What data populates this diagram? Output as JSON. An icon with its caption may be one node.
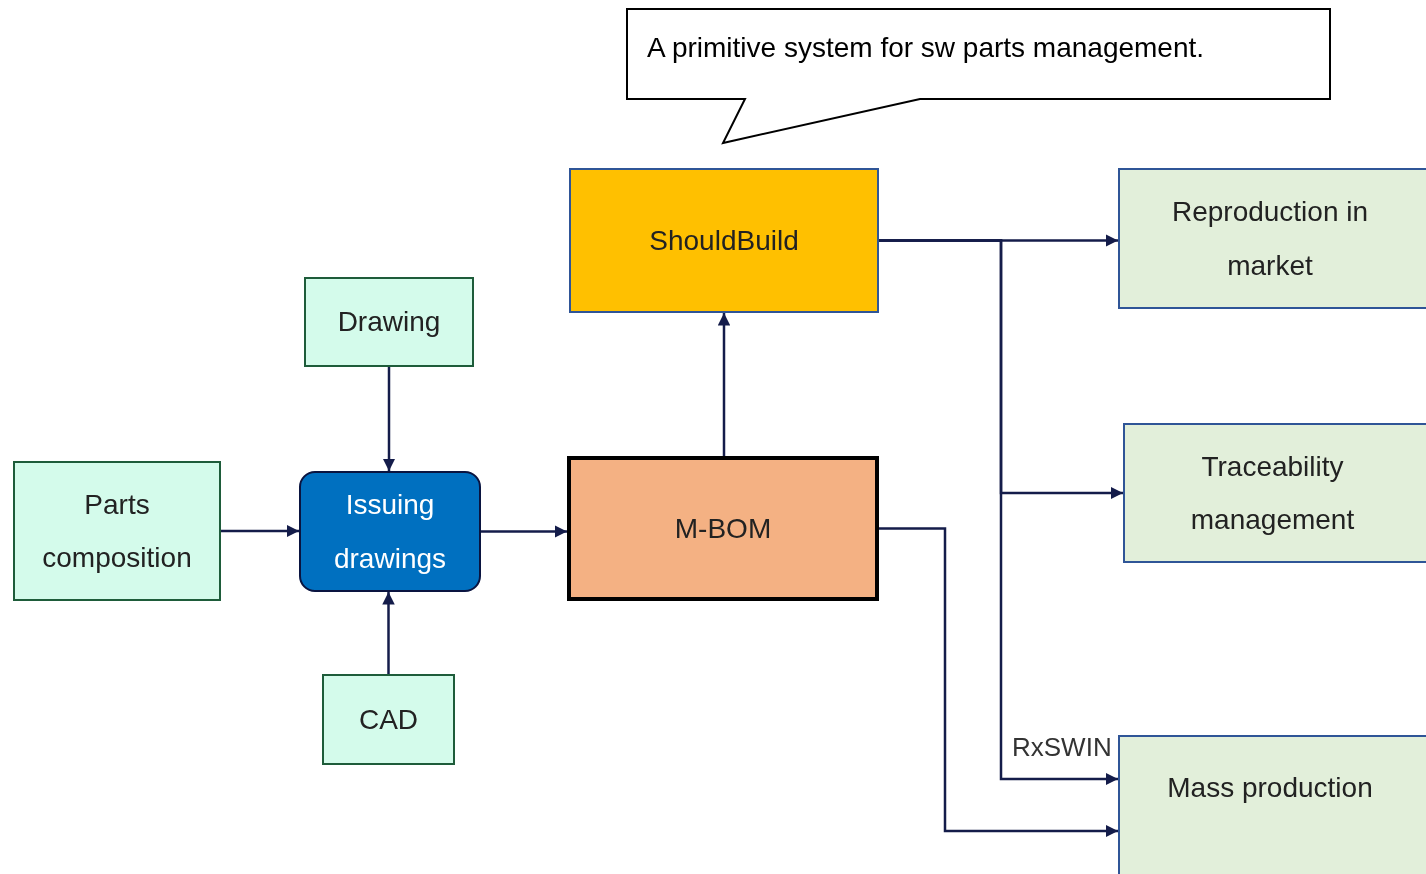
{
  "diagram": {
    "nodes": [
      {
        "text": [
          "A primitive system for sw parts management."
        ]
      },
      {
        "text": [
          "ShouldBuild"
        ]
      },
      {
        "text": [
          "Drawing"
        ]
      },
      {
        "text": [
          "Parts composition"
        ]
      },
      {
        "text": [
          "Issuing drawings"
        ]
      },
      {
        "text": [
          "M-BOM"
        ]
      },
      {
        "text": [
          "CAD"
        ]
      },
      {
        "text": [
          "Reproduction in market"
        ]
      },
      {
        "text": [
          "Traceability management"
        ]
      },
      {
        "text": [
          "Mass production"
        ]
      }
    ],
    "edges": [
      {
        "from": 2,
        "to": 4,
        "arrow": "to"
      },
      {
        "from": 3,
        "to": 4,
        "arrow": "to"
      },
      {
        "from": 6,
        "to": 4,
        "arrow": "to"
      },
      {
        "from": 4,
        "to": 5,
        "arrow": "to"
      },
      {
        "from": 5,
        "to": 1,
        "arrow": "to"
      },
      {
        "from": 1,
        "to": 7,
        "arrow": "to"
      },
      {
        "from": 1,
        "to": 8,
        "arrow": "to"
      },
      {
        "from": 1,
        "to": 9,
        "arrow": "to",
        "label": "RxSWIN"
      },
      {
        "from": 5,
        "to": 9,
        "arrow": "to"
      }
    ]
  }
}
